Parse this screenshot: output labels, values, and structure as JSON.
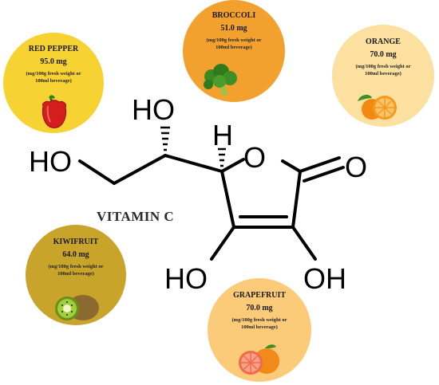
{
  "molecule": {
    "name": "VITAMIN C",
    "atoms": {
      "ho_top": "HO",
      "ho_left": "HO",
      "h": "H",
      "o_ring": "O",
      "o_keto": "O",
      "ho_bottom": "HO",
      "oh_bottom": "OH"
    }
  },
  "sources": {
    "red_pepper": {
      "name": "RED PEPPER",
      "value": "95.0 mg",
      "note_line1": "(mg/100g fresh weight or",
      "note_line2": "100ml beverage)",
      "color": "#f7d233",
      "icon": "red-pepper-icon"
    },
    "broccoli": {
      "name": "BROCCOLI",
      "value": "51.0 mg",
      "note_line1": "(mg/100g fresh weight or",
      "note_line2": "100ml beverage)",
      "color": "#f2a12f",
      "icon": "broccoli-icon"
    },
    "orange": {
      "name": "ORANGE",
      "value": "70.0 mg",
      "note_line1": "(mg/100g fresh weight or",
      "note_line2": "100ml beverage)",
      "color": "#fbe0a0",
      "icon": "orange-icon"
    },
    "kiwifruit": {
      "name": "KIWIFRUIT",
      "value": "64.0 mg",
      "note_line1": "(mg/100g fresh weight or",
      "note_line2": "100ml beverage)",
      "color": "#c8a42a",
      "icon": "kiwi-icon"
    },
    "grapefruit": {
      "name": "GRAPEFRUIT",
      "value": "70.0 mg",
      "note_line1": "(mg/100g fresh weight or",
      "note_line2": "100ml beverage)",
      "color": "#fbcb7a",
      "icon": "grapefruit-icon"
    }
  }
}
